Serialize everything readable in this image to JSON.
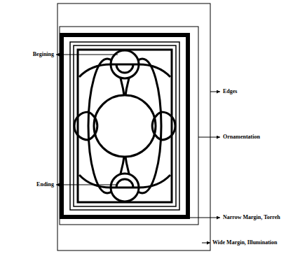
{
  "diagram": {
    "labels": [
      "Begining",
      "Edges",
      "Ornamentation",
      "Ending",
      "Narrow Margin, Torreh",
      "Wide Margin, Illumination"
    ]
  }
}
